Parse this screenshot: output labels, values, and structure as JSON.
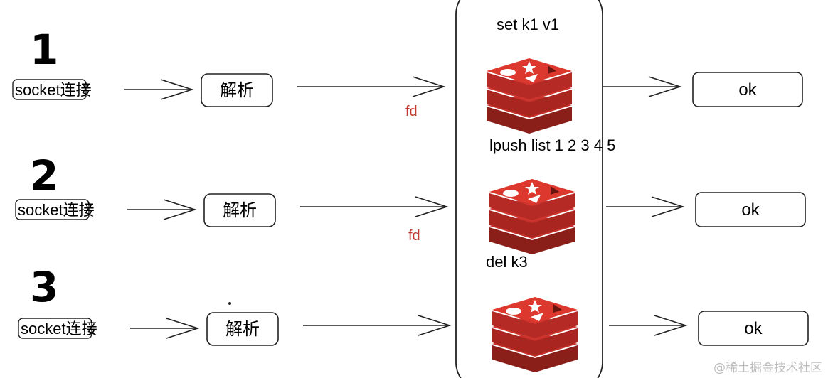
{
  "rows": [
    {
      "number": "1",
      "client_label": "socket连接",
      "parse_label": "解析",
      "fd_label": "fd",
      "command": "set k1 v1",
      "result": "ok"
    },
    {
      "number": "2",
      "client_label": "socket连接",
      "parse_label": "解析",
      "fd_label": "fd",
      "command": "lpush list 1 2 3 4 5",
      "result": "ok"
    },
    {
      "number": "3",
      "client_label": "socket连接",
      "parse_label": "解析",
      "fd_label": "",
      "command": "del k3",
      "result": "ok"
    }
  ],
  "redis_icon": "redis-logo-icon",
  "colors": {
    "redis_red": "#c6302b",
    "redis_dark": "#8a1e18",
    "fd_text": "#c0392b",
    "stroke": "#222222"
  },
  "watermark": "@稀土掘金技术社区"
}
